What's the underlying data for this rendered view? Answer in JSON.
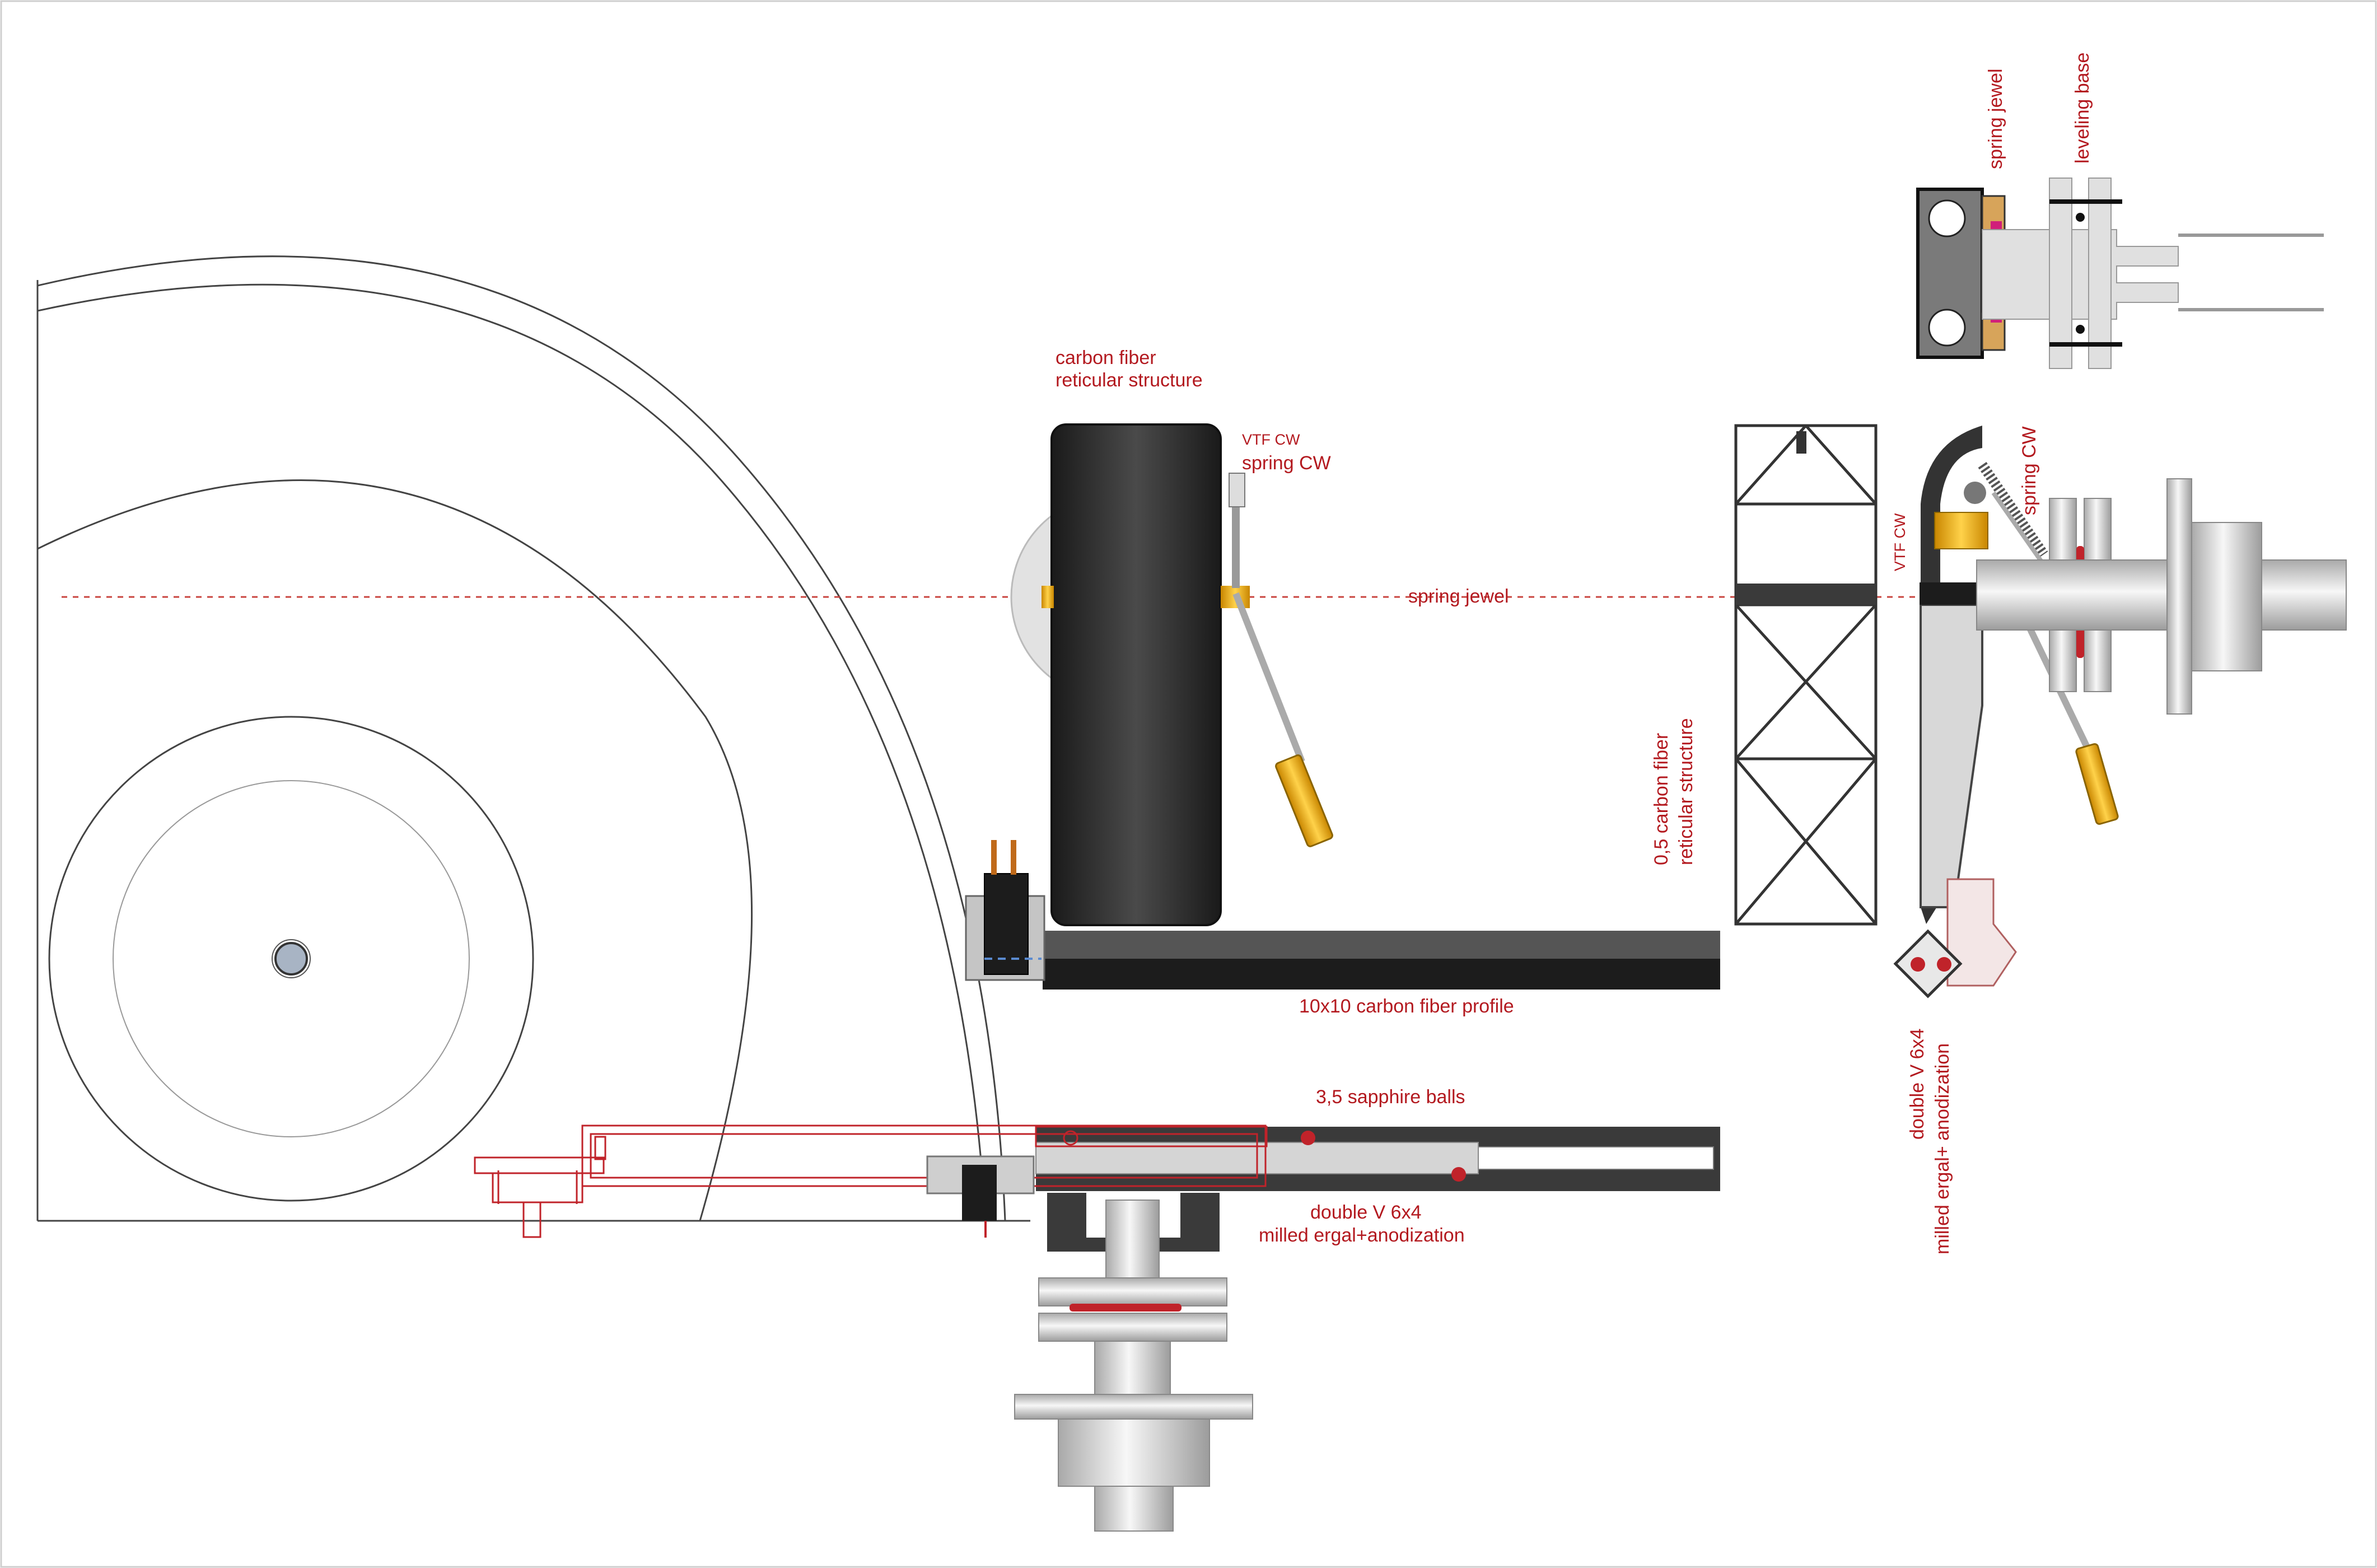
{
  "colors": {
    "label": "#b3191f",
    "outline": "#333333",
    "carbon": "#2b2b2b",
    "metal": "#d2d2d2",
    "gold": "#f2a900",
    "red_part": "#c0232a",
    "background": "#ffffff"
  },
  "labels": {
    "carbon_reticular_1": "carbon fiber",
    "carbon_reticular_2": "reticular structure",
    "vtf_cw_top": "VTF CW",
    "spring_cw_left": "spring CW",
    "spring_jewel_axis": "spring jewel",
    "carbon_profile": "10x10  carbon fiber profile",
    "sapphire_balls": "3,5 sapphire balls",
    "double_v_1": "double V 6x4",
    "double_v_2": "milled ergal+anodization",
    "thin_carbon_1": "0,5 carbon fiber",
    "thin_carbon_2": "reticular structure",
    "spring_jewel_top": "spring jewel",
    "leveling_base": "leveling base",
    "spring_cw_right": "spring CW",
    "vtf_cw_right": "VTF CW",
    "double_v_right_1": "double V 6x4",
    "double_v_right_2": "milled ergal+ anodization"
  }
}
